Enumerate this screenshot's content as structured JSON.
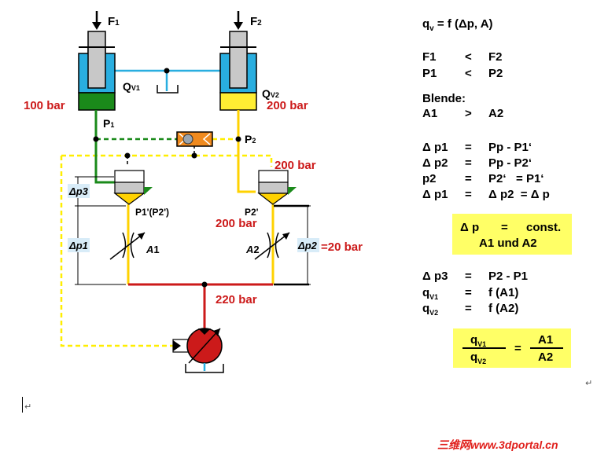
{
  "diagram": {
    "force1": {
      "main": "F",
      "sub": "1"
    },
    "force2": {
      "main": "F",
      "sub": "2"
    },
    "qv1": {
      "main": "Q",
      "sub": "V1"
    },
    "qv2": {
      "main": "Q",
      "sub": "V2"
    },
    "bar_left": "100 bar",
    "bar_right": "200 bar",
    "p1": {
      "main": "P",
      "sub": "1"
    },
    "p2": {
      "main": "P",
      "sub": "2"
    },
    "bar_comp": "200 bar",
    "dp3": "Δp3",
    "dp1": "Δp1",
    "dp2": "Δp2",
    "dp2_value": "=20 bar",
    "p1p": "P1'(P2')",
    "p2p": "P2'",
    "bar_after": "200 bar",
    "a1": {
      "main": "A",
      "sub": "1"
    },
    "a2": {
      "main": "A",
      "sub": "2"
    },
    "bar_pump": "220 bar",
    "colors": {
      "green": "#1a8a1a",
      "yellow": "#ffd200",
      "red": "#cc1a1a",
      "blue": "#29aee0",
      "orange": "#f08a1e",
      "dash_yellow": "#ffee00"
    }
  },
  "equations": {
    "eq1": {
      "lhs_main": "q",
      "lhs_sub": "v",
      "rhs": "= f (Δp, A)"
    },
    "rel1": {
      "l": "F1",
      "op": "<",
      "r": "F2"
    },
    "rel2": {
      "l": "P1",
      "op": "<",
      "r": "P2"
    },
    "blende": "Blende:",
    "rel3": {
      "l": "A1",
      "op": ">",
      "r": "A2"
    },
    "rows": [
      {
        "l": "Δ p1",
        "op": "=",
        "r": "Pp - P1‘"
      },
      {
        "l": "Δ p2",
        "op": "=",
        "r": "Pp - P2‘"
      },
      {
        "l": "p2",
        "op": "=",
        "r": "P2‘   = P1‘"
      },
      {
        "l": "Δ p1",
        "op": "=",
        "r": "Δ p2  = Δ p"
      }
    ],
    "box1": {
      "line1_l": "Δ p",
      "line1_op": "=",
      "line1_r": "const.",
      "line2": "A1 und A2"
    },
    "rows2": [
      {
        "l": "Δ p3",
        "op": "=",
        "r": "P2 - P1"
      },
      {
        "l_main": "q",
        "l_sub": "V1",
        "op": "=",
        "r": "f (A1)"
      },
      {
        "l_main": "q",
        "l_sub": "V2",
        "op": "=",
        "r": "f (A2)"
      }
    ],
    "box2": {
      "num_main": "q",
      "num_sub": "V1",
      "den_main": "q",
      "den_sub": "V2",
      "eq": "=",
      "rnum": "A1",
      "rden": "A2"
    }
  },
  "return_marks": [
    "↵",
    "↵"
  ],
  "watermark": "三维网www.3dportal.cn"
}
